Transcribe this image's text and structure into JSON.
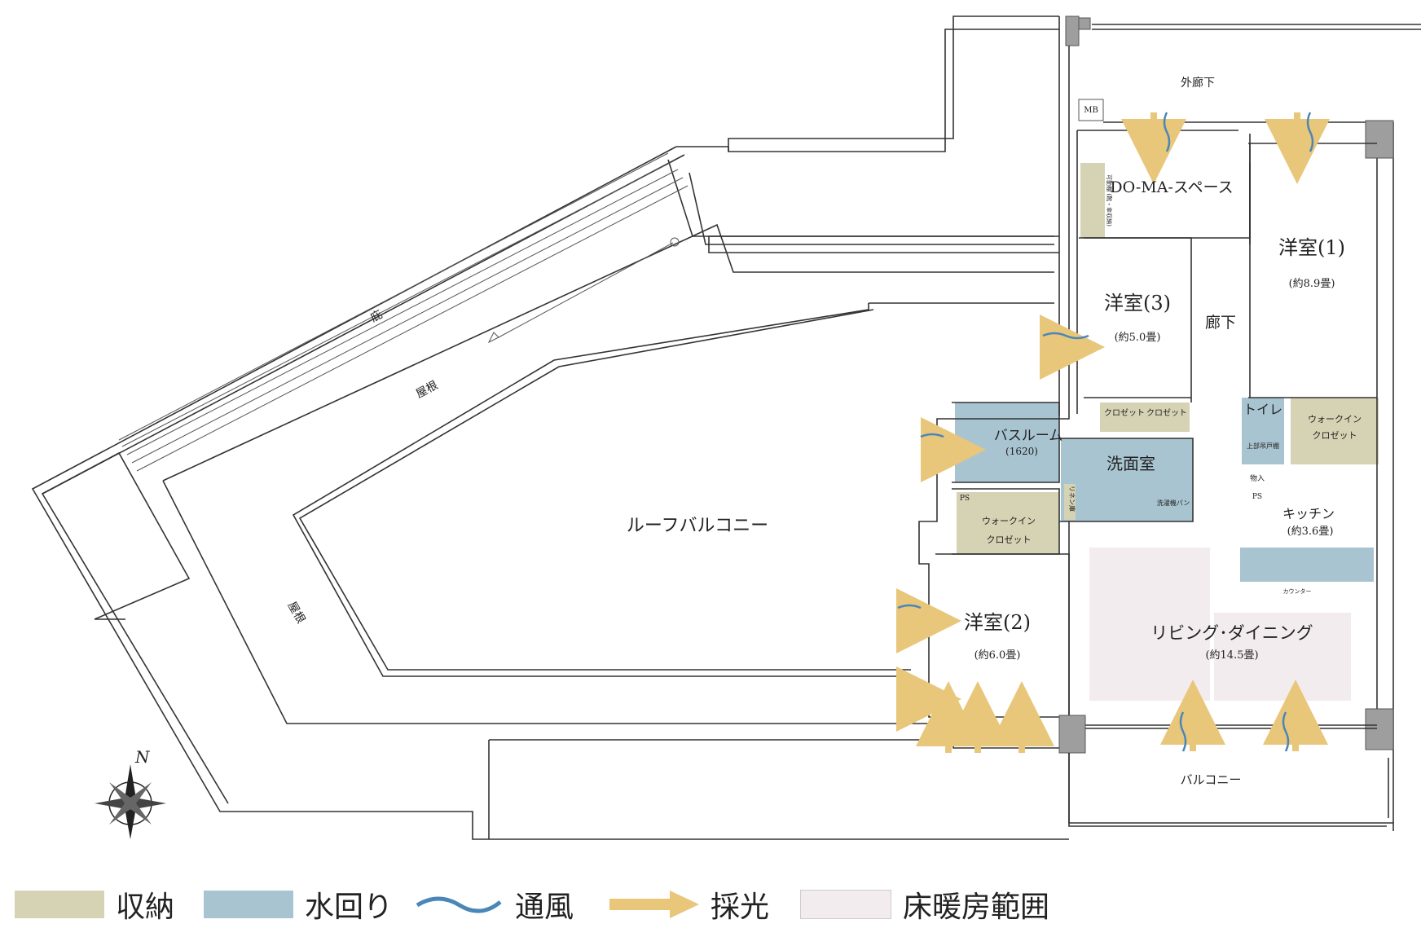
{
  "colors": {
    "storage": "#d6d2b4",
    "water": "#a9c4d1",
    "ventilation": "#4a86b8",
    "light": "#e8c67a",
    "floor_heating": "#f3ecee"
  },
  "labels": {
    "outer_corridor": "外廊下",
    "mb": "MB",
    "doma_space": "DO-MA-スペース",
    "shoe_cabinet": "可動棚 (靴・傘収納)",
    "western1": "洋室(1)",
    "western1_size": "(約8.9畳)",
    "western3": "洋室(3)",
    "western3_size": "(約5.0畳)",
    "corridor": "廊下",
    "closet1": "クロゼット",
    "closet2": "クロゼット",
    "toilet": "トイレ",
    "toilet_storage": "上部吊戸棚",
    "walkin_a_l1": "ウォークイン",
    "walkin_a_l2": "クロゼット",
    "bathroom": "バスルーム",
    "bathroom_size": "(1620)",
    "washroom": "洗面室",
    "linen": "リネン庫",
    "washer_pan": "洗濯機パン",
    "ps1": "PS",
    "ps2": "PS",
    "storage_small": "物入",
    "kitchen": "キッチン",
    "kitchen_size": "(約3.6畳)",
    "counter": "カウンター",
    "walkin_b_l1": "ウォークイン",
    "walkin_b_l2": "クロゼット",
    "western2": "洋室(2)",
    "western2_size": "(約6.0畳)",
    "living": "リビング･ダイニング",
    "living_size": "(約14.5畳)",
    "roof_balcony": "ルーフバルコニー",
    "eaves": "庇",
    "roof1": "屋根",
    "roof2": "屋根",
    "balcony": "バルコニー",
    "north": "N"
  },
  "legend": [
    {
      "key": "storage",
      "label": "収納"
    },
    {
      "key": "water",
      "label": "水回り"
    },
    {
      "key": "ventilation",
      "label": "通風"
    },
    {
      "key": "light",
      "label": "採光"
    },
    {
      "key": "floor_heating",
      "label": "床暖房範囲"
    }
  ]
}
